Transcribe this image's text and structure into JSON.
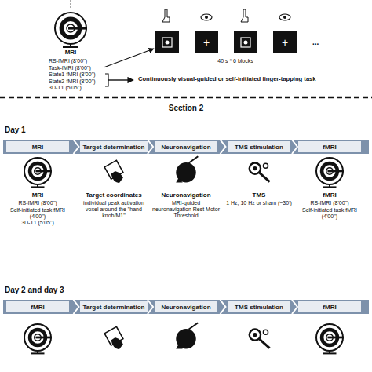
{
  "diagram": {
    "nodes": [
      {
        "text": [
          "+"
        ]
      },
      {
        "text": [
          "+"
        ]
      },
      {
        "text": [
          "MRI"
        ]
      },
      {
        "text": [
          "Target determination"
        ]
      },
      {
        "text": [
          "Neuronavigation"
        ]
      },
      {
        "text": [
          "TMS stimulation"
        ]
      },
      {
        "text": [
          "fMRI"
        ]
      },
      {
        "text": [
          "fMRI"
        ]
      },
      {
        "text": [
          "Target determination"
        ]
      },
      {
        "text": [
          "Neuronavigation"
        ]
      },
      {
        "text": [
          "TMS stimulation"
        ]
      },
      {
        "text": [
          "fMRI"
        ]
      }
    ],
    "labels": [
      "MRI",
      "RS-fMRI (8'00'')",
      "Task-fMRI (8'00'')",
      "State1-fMRI (8'00'')",
      "State2-fMRI (8'00'')",
      "3D-T1 (5'05'')",
      "Continuously visual-guided or self-initiated finger-tapping task",
      "40 s * 6 blocks",
      "...",
      "Section 2",
      "Day 1",
      "MRI",
      "RS-fMRI (8'00'')",
      "Self-initiated task fMRI (4'00'')",
      "3D-T1 (5'05'')",
      "Target coordinates",
      "individual peak activation voxel around the \"hand knob/M1\"",
      "Neuronavigation",
      "MRI-guided neuronavigation Rest Motor Threshold",
      "TMS",
      "1 Hz, 10 Hz or sham (~30')",
      "fMRI",
      "RS-fMRI (8'00'')",
      "Self-initiated task fMRI (4'00'')",
      "Day 2 and day 3"
    ]
  }
}
